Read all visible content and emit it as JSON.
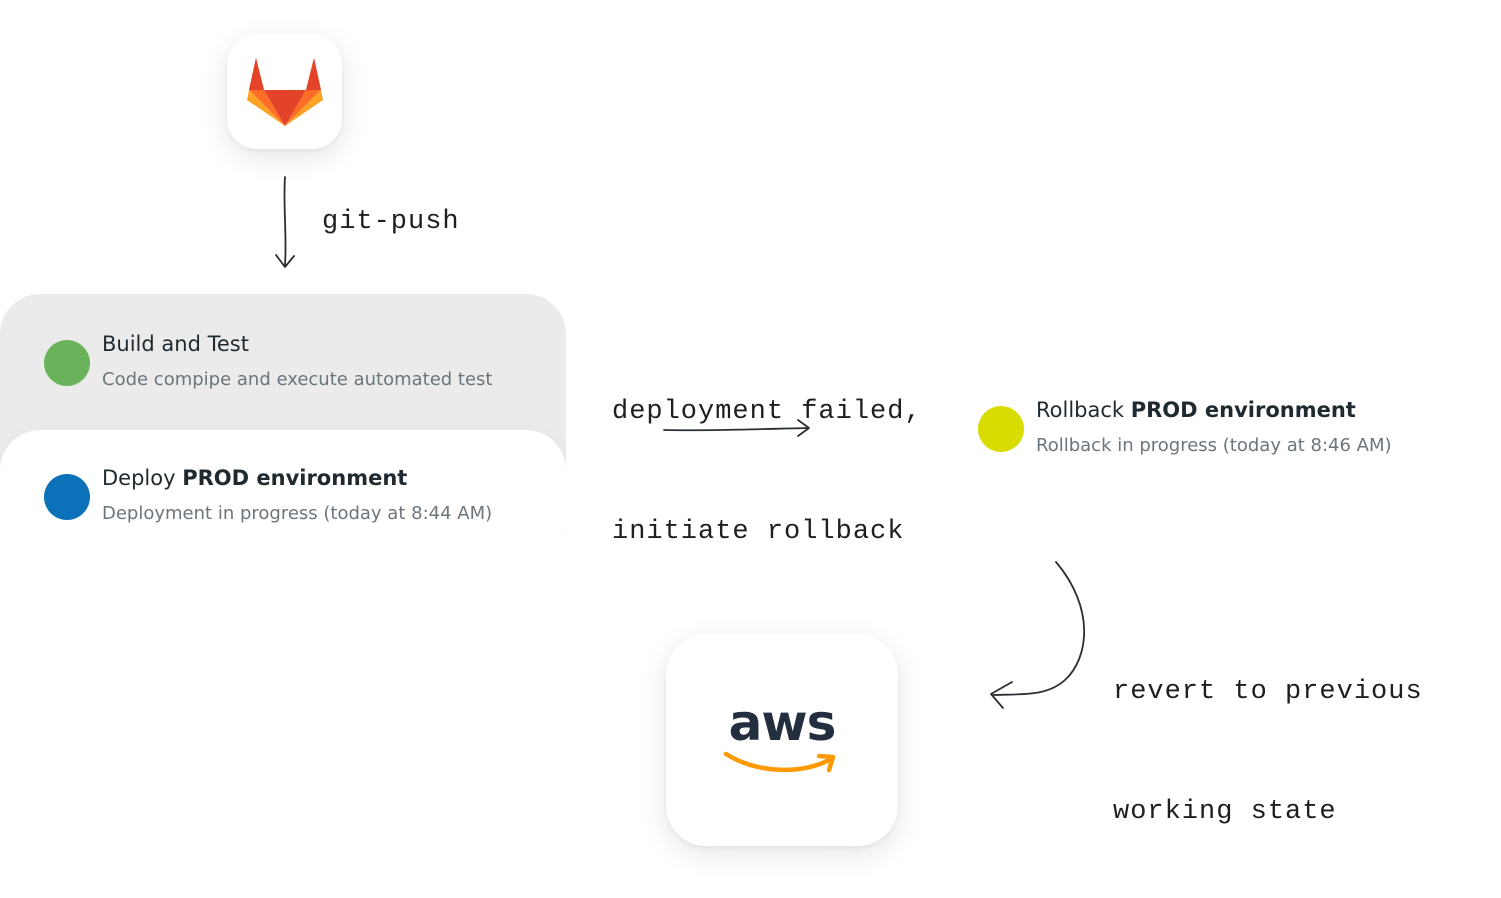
{
  "notes": {
    "git_push": "git-push",
    "rollback_trigger": [
      "deployment failed,",
      "initiate rollback"
    ],
    "revert": [
      "revert to previous",
      "working state"
    ]
  },
  "steps": [
    {
      "title_plain": "Build and Test",
      "title_bold": "",
      "subtitle": "Code compipe and execute automated test",
      "status_color": "#6ab35a"
    },
    {
      "title_plain": "Deploy ",
      "title_bold": "PROD environment",
      "subtitle": "Deployment in progress (today at 8:44 AM)",
      "status_color": "#0b72b9"
    },
    {
      "title_plain": "Rollback ",
      "title_bold": "PROD environment",
      "subtitle": "Rollback in progress (today at 8:46 AM)",
      "status_color": "#d8dc00"
    }
  ],
  "logos": {
    "source": "gitlab-logo",
    "target_text": "aws"
  },
  "colors": {
    "aws_text": "#232f3e",
    "aws_smile": "#ff9900",
    "gitlab_dark": "#e24329",
    "gitlab_mid": "#fc6d26",
    "gitlab_light": "#fca326"
  }
}
